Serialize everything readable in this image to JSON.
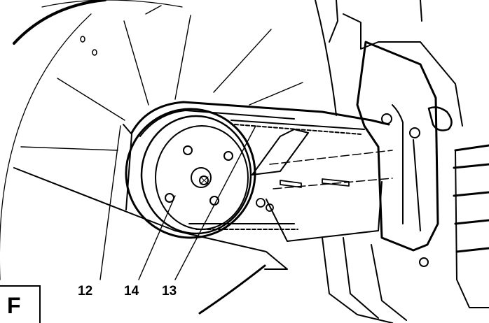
{
  "figure": {
    "panel_label": "F",
    "callouts": [
      {
        "id": "12",
        "text": "12"
      },
      {
        "id": "14",
        "text": "14"
      },
      {
        "id": "13",
        "text": "13"
      }
    ]
  }
}
